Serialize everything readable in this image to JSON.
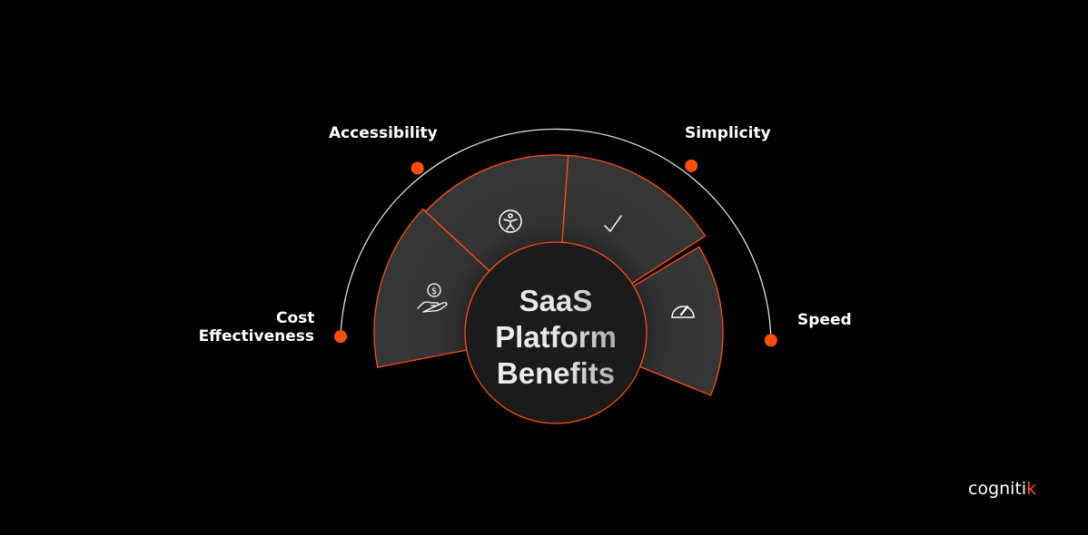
{
  "title": "SaaS Platform Benefits",
  "center": {
    "line1": "SaaS",
    "line2": "Platform",
    "line3": "Benefits"
  },
  "benefits": [
    {
      "label_line1": "Cost",
      "label_line2": "Effectiveness",
      "icon": "dollar-hand-icon"
    },
    {
      "label_line1": "Accessibility",
      "icon": "accessibility-icon"
    },
    {
      "label_line1": "Simplicity",
      "icon": "checkmark-icon"
    },
    {
      "label_line1": "Speed",
      "icon": "speedometer-icon"
    }
  ],
  "brand": {
    "name_main": "cogniti",
    "name_accent": "k"
  },
  "colors": {
    "accent": "#ff4d12",
    "segment": "#333333",
    "center": "#1b1b1b",
    "background": "#000000",
    "arc": "#e0e0e0"
  }
}
